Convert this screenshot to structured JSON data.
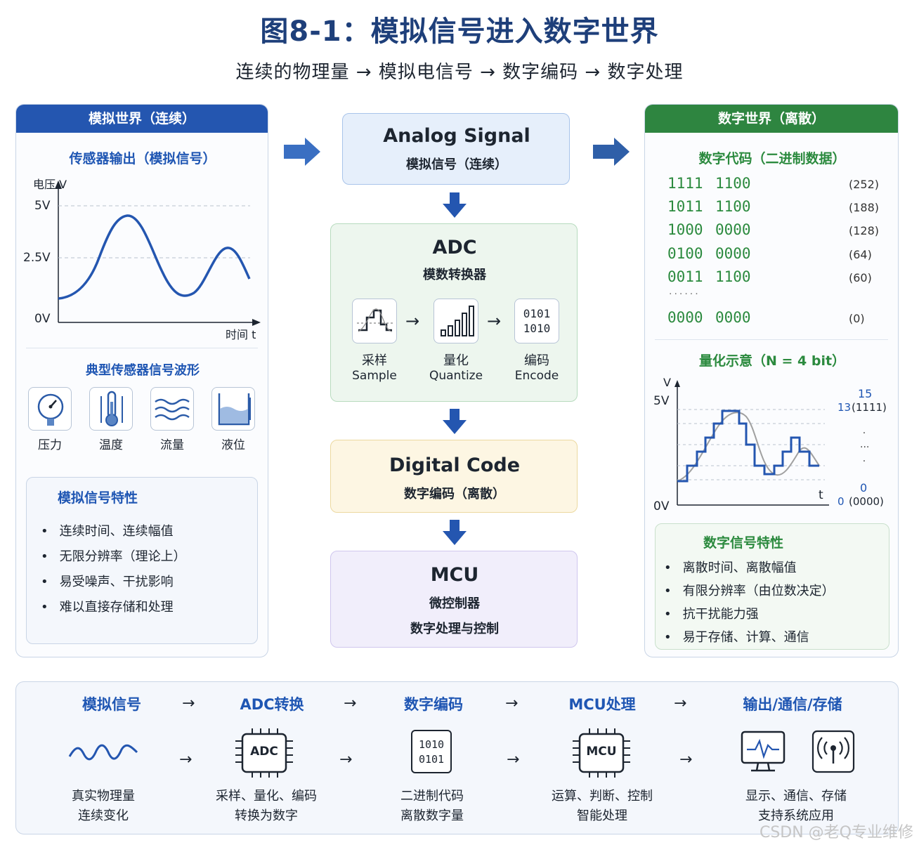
{
  "title": "图8-1：模拟信号进入数字世界",
  "subtitle": "连续的物理量 → 模拟电信号 → 数字编码 → 数字处理",
  "colors": {
    "navy": "#1e3f7a",
    "blue": "#1f56b3",
    "green": "#2b8a3e",
    "green_head": "#2e8540",
    "blue_head": "#2456b0"
  },
  "left": {
    "header": "模拟世界（连续）",
    "sensor_title": "传感器输出（模拟信号）",
    "y_axis_label": "电压 V",
    "y_ticks": [
      "5V",
      "2.5V",
      "0V"
    ],
    "x_axis_label": "时间 t",
    "sensors_title": "典型传感器信号波形",
    "sensors": [
      {
        "icon": "pressure-gauge-icon",
        "label": "压力"
      },
      {
        "icon": "thermometer-icon",
        "label": "温度"
      },
      {
        "icon": "flow-waves-icon",
        "label": "流量"
      },
      {
        "icon": "liquid-level-icon",
        "label": "液位"
      }
    ],
    "props_title": "模拟信号特性",
    "props": [
      "连续时间、连续幅值",
      "无限分辨率（理论上）",
      "易受噪声、干扰影响",
      "难以直接存储和处理"
    ]
  },
  "center": {
    "analog": {
      "title": "Analog Signal",
      "sub": "模拟信号（连续）"
    },
    "adc": {
      "title": "ADC",
      "sub": "模数转换器",
      "steps": [
        {
          "icon": "sample-icon",
          "cn": "采样",
          "en": "Sample"
        },
        {
          "icon": "quantize-bars-icon",
          "cn": "量化",
          "en": "Quantize"
        },
        {
          "icon": "binary-encode-icon",
          "cn": "编码",
          "en": "Encode",
          "code1": "0101",
          "code2": "1010"
        }
      ]
    },
    "digital": {
      "title": "Digital Code",
      "sub": "数字编码（离散）"
    },
    "mcu": {
      "title": "MCU",
      "sub1": "微控制器",
      "sub2": "数字处理与控制"
    }
  },
  "right": {
    "header": "数字世界（离散）",
    "codes_title": "数字代码（二进制数据）",
    "codes": [
      {
        "hi": "1111",
        "lo": "1100",
        "val": "(252)"
      },
      {
        "hi": "1011",
        "lo": "1100",
        "val": "(188)"
      },
      {
        "hi": "1000",
        "lo": "0000",
        "val": "(128)"
      },
      {
        "hi": "0100",
        "lo": "0000",
        "val": "(64)"
      },
      {
        "hi": "0011",
        "lo": "1100",
        "val": "(60)"
      }
    ],
    "codes_dots": "......",
    "code_last": {
      "hi": "0000",
      "lo": "0000",
      "val": "(0)"
    },
    "quant_title": "量化示意（N = 4 bit）",
    "q_y_label": "V",
    "q_top": "5V",
    "q_bottom": "0V",
    "q_x_label": "t",
    "q_levels": {
      "top_num": "15",
      "top_code_num": "13",
      "top_code": "(1111)",
      "bottom_num": "0",
      "bottom_code_num": "0",
      "bottom_code": "(0000)"
    },
    "props_title": "数字信号特性",
    "props": [
      "离散时间、离散幅值",
      "有限分辨率（由位数决定）",
      "抗干扰能力强",
      "易于存储、计算、通信"
    ]
  },
  "flow": {
    "steps": [
      {
        "head": "模拟信号",
        "icon": "wave-icon",
        "l1": "真实物理量",
        "l2": "连续变化"
      },
      {
        "head": "ADC转换",
        "icon": "adc-chip-icon",
        "chip": "ADC",
        "l1": "采样、量化、编码",
        "l2": "转换为数字"
      },
      {
        "head": "数字编码",
        "icon": "binary-card-icon",
        "b1": "1010",
        "b2": "0101",
        "l1": "二进制代码",
        "l2": "离散数字量"
      },
      {
        "head": "MCU处理",
        "icon": "mcu-chip-icon",
        "chip": "MCU",
        "l1": "运算、判断、控制",
        "l2": "智能处理"
      },
      {
        "head": "输出/通信/存储",
        "icon": "monitor-icon",
        "l1": "显示、通信、存储",
        "l2": "支持系统应用"
      }
    ],
    "arrow": "→"
  },
  "watermark": "CSDN @老Q专业维修"
}
